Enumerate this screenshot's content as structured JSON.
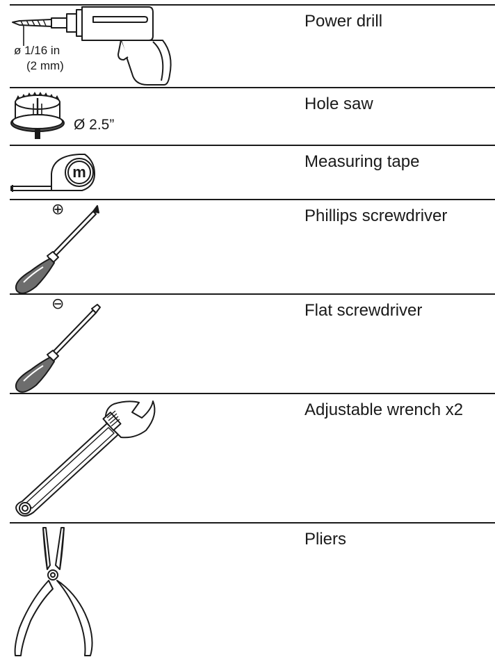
{
  "tools": [
    {
      "name": "Power drill",
      "icon": "power-drill-icon",
      "dims": [
        "ø 1/16 in",
        "(2 mm)"
      ]
    },
    {
      "name": "Hole saw",
      "icon": "hole-saw-icon",
      "dims": [
        "Ø 2.5”"
      ]
    },
    {
      "name": "Measuring tape",
      "icon": "measuring-tape-icon",
      "mark": "m"
    },
    {
      "name": "Phillips screwdriver",
      "icon": "phillips-screwdriver-icon",
      "symbol": "⊕"
    },
    {
      "name": "Flat screwdriver",
      "icon": "flat-screwdriver-icon",
      "symbol": "⊖"
    },
    {
      "name": "Adjustable wrench x2",
      "icon": "adjustable-wrench-icon"
    },
    {
      "name": "Pliers",
      "icon": "pliers-icon"
    }
  ]
}
